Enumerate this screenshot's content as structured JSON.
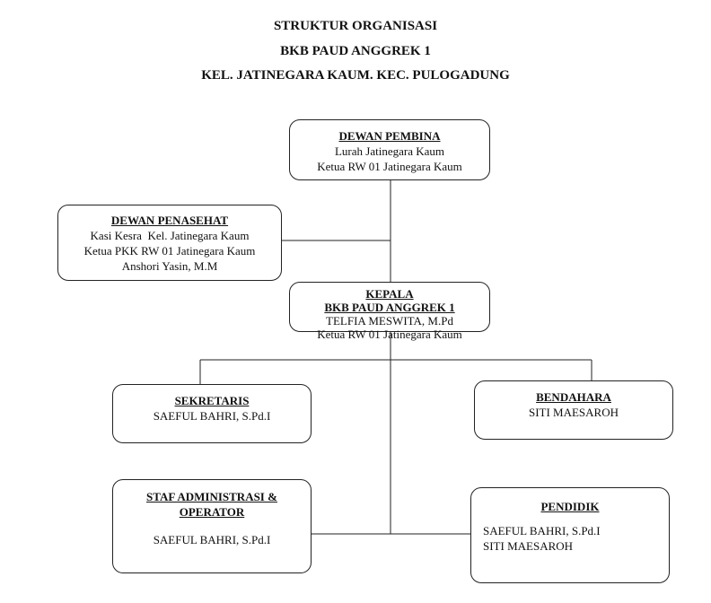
{
  "title": {
    "line1": "STRUKTUR ORGANISASI",
    "line2": "BKB PAUD ANGGREK 1",
    "line3": "KEL. JATINEGARA KAUM. KEC. PULOGADUNG"
  },
  "dewan_pembina": {
    "heading": "DEWAN PEMBINA",
    "lines": [
      "Lurah Jatinegara Kaum",
      "Ketua RW 01 Jatinegara Kaum"
    ]
  },
  "dewan_penasehat": {
    "heading": "DEWAN PENASEHAT",
    "lines": [
      "Kasi Kesra  Kel. Jatinegara Kaum",
      "Ketua PKK RW 01 Jatinegara Kaum",
      "Anshori Yasin, M.M"
    ]
  },
  "kepala": {
    "heading1": "KEPALA",
    "heading2": "BKB PAUD ANGGREK 1",
    "lines": [
      "TELFIA MESWITA, M.Pd",
      "Ketua RW 01 Jatinegara Kaum"
    ]
  },
  "sekretaris": {
    "heading": "SEKRETARIS",
    "lines": [
      "SAEFUL BAHRI, S.Pd.I"
    ]
  },
  "bendahara": {
    "heading": "BENDAHARA",
    "lines": [
      "SITI MAESAROH"
    ]
  },
  "staf": {
    "heading1": "STAF ADMINISTRASI &",
    "heading2": "OPERATOR",
    "lines": [
      "SAEFUL BAHRI, S.Pd.I"
    ]
  },
  "pendidik": {
    "heading": "PENDIDIK",
    "lines": [
      "SAEFUL BAHRI, S.Pd.I",
      "SITI MAESAROH"
    ]
  }
}
